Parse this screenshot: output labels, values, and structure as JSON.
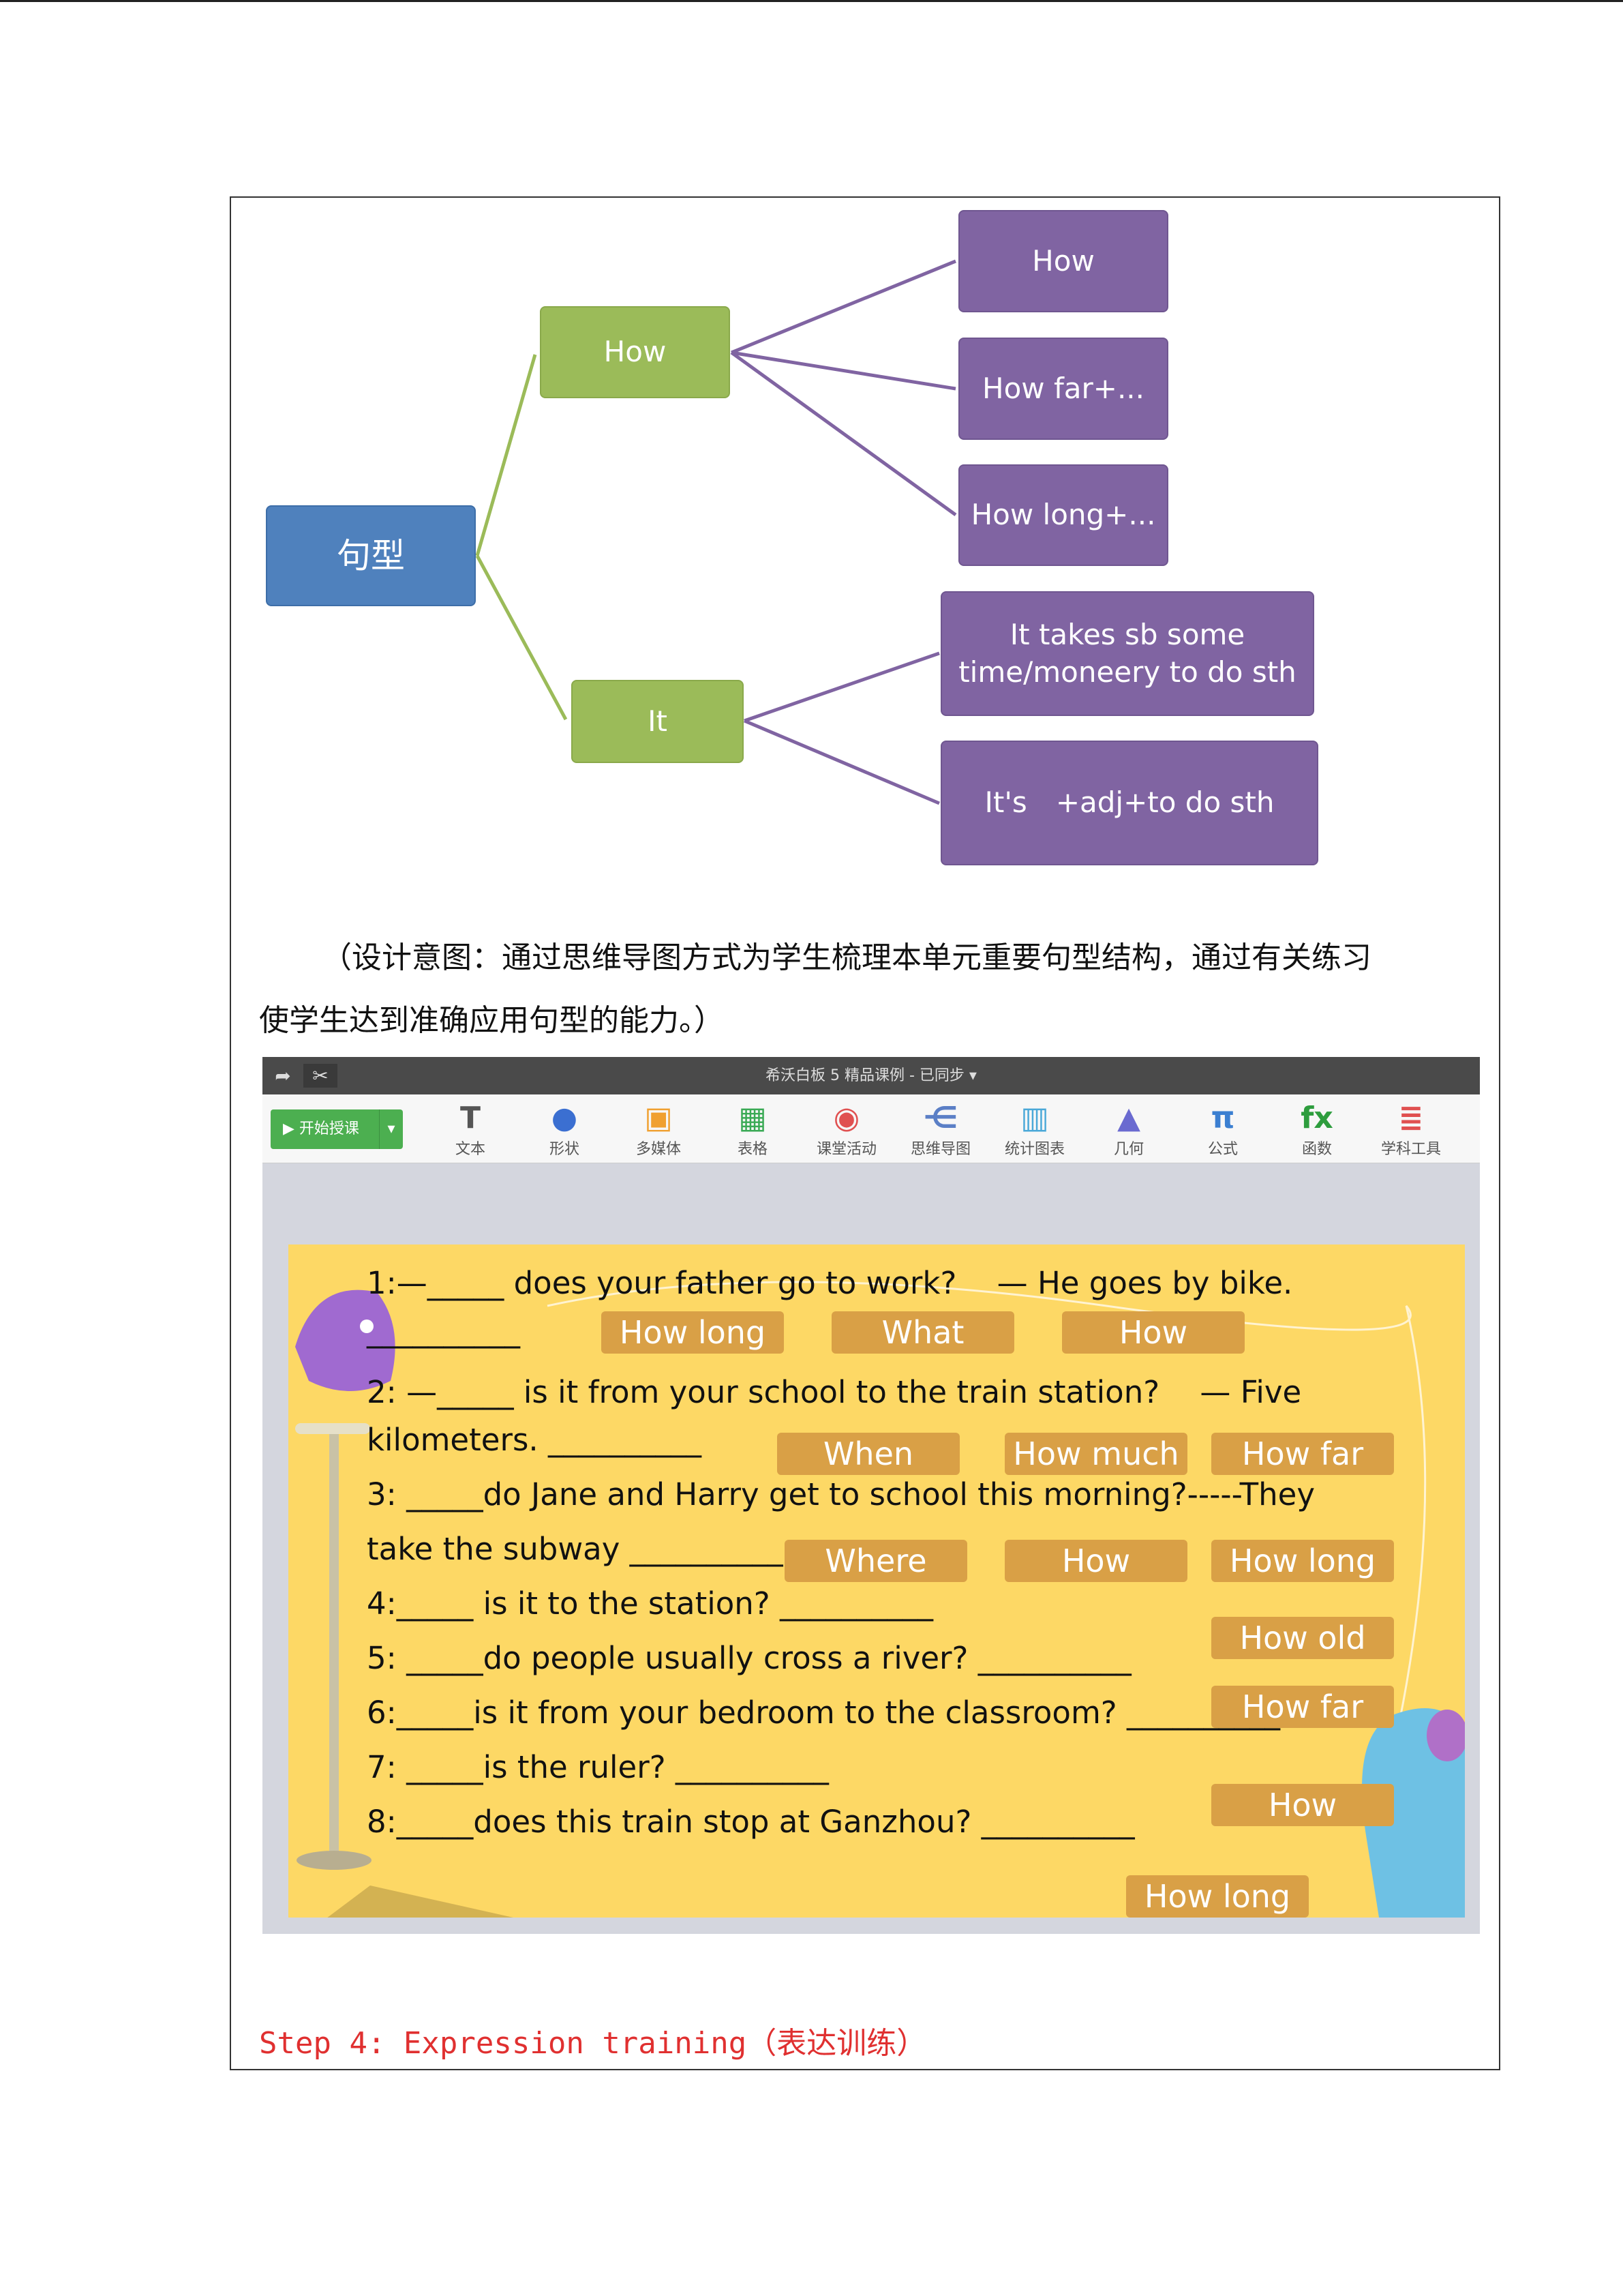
{
  "mindmap": {
    "root": "句型",
    "how": "How",
    "it": "It",
    "how_children": [
      "How",
      "How far+...",
      "How long+..."
    ],
    "it_children": [
      "It takes sb some time/moneery to do sth",
      "It's　+adj+to do sth"
    ]
  },
  "intent": {
    "line1": "（设计意图：通过思维导图方式为学生梳理本单元重要句型结构，通过有关练习",
    "line2": "使学生达到准确应用句型的能力。）"
  },
  "app": {
    "title": "希沃白板 5 精品课例 - 已同步 ▾",
    "start_button": "开始授课",
    "tools": [
      {
        "label": "文本",
        "icon": "T",
        "color": "#555555"
      },
      {
        "label": "形状",
        "icon": "●",
        "color": "#3b6fd1"
      },
      {
        "label": "多媒体",
        "icon": "▣",
        "color": "#f0a030"
      },
      {
        "label": "表格",
        "icon": "▦",
        "color": "#3aaa55"
      },
      {
        "label": "课堂活动",
        "icon": "◉",
        "color": "#e05050"
      },
      {
        "label": "思维导图",
        "icon": "⋲",
        "color": "#5b7fc6"
      },
      {
        "label": "统计图表",
        "icon": "▥",
        "color": "#4aa8d8"
      },
      {
        "label": "几何",
        "icon": "▲",
        "color": "#6a6ad0"
      },
      {
        "label": "公式",
        "icon": "π",
        "color": "#3b7fd1"
      },
      {
        "label": "函数",
        "icon": "fx",
        "color": "#2e9d3e"
      },
      {
        "label": "学科工具",
        "icon": "≣",
        "color": "#e05050"
      }
    ]
  },
  "slide": {
    "questions": [
      "1:—_____ does your father go to work?　 — He goes by bike.",
      "__________",
      "2: —_____ is it from your school to the train station?　 — Five",
      "kilometers. __________",
      "3: _____do Jane and Harry get to school this morning?-----They",
      "take the subway __________",
      "4:_____ is it to the station? __________",
      "5:  _____do people usually cross a river? __________",
      "6:_____is it from your bedroom to the classroom? __________",
      "7: _____is the ruler? __________",
      "8:_____does this train stop at Ganzhou? __________"
    ],
    "options": [
      "How long",
      "What",
      "How",
      "When",
      "How much",
      "How far",
      "Where",
      "How",
      "How long",
      "How old",
      "How far",
      "How",
      "How long"
    ]
  },
  "step4": "Step 4: Expression training（表达训练）"
}
